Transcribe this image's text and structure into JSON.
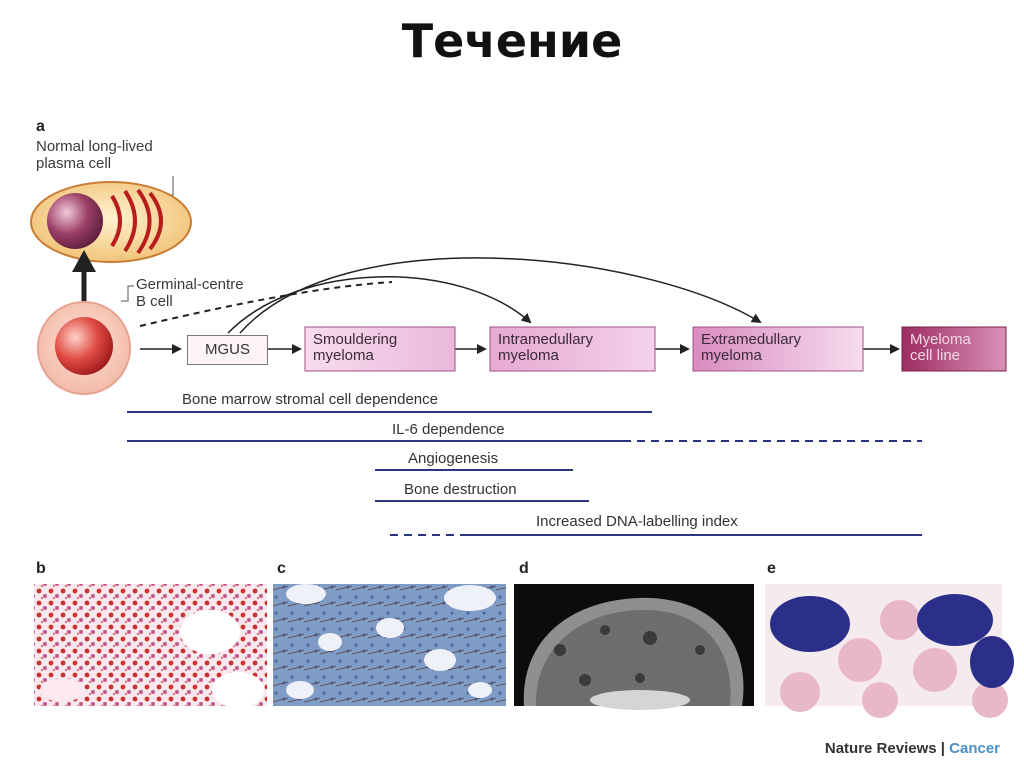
{
  "title": "Течение",
  "panel_a": {
    "letter": "a",
    "plasma_cell_label": [
      "Normal long-lived",
      "plasma cell"
    ],
    "b_cell_label": [
      "Germinal-centre",
      "B cell"
    ],
    "stages": [
      {
        "line1": "MGUS",
        "line2": ""
      },
      {
        "line1": "Smouldering",
        "line2": "myeloma"
      },
      {
        "line1": "Intramedullary",
        "line2": "myeloma"
      },
      {
        "line1": "Extramedullary",
        "line2": "myeloma"
      },
      {
        "line1": "Myeloma",
        "line2": "cell line"
      }
    ],
    "bars": [
      "Bone marrow stromal cell dependence",
      "IL-6 dependence",
      "Angiogenesis",
      "Bone destruction",
      "Increased DNA-labelling index"
    ]
  },
  "panels": [
    "b",
    "c",
    "d",
    "e"
  ],
  "footer": {
    "journal": "Nature Reviews",
    "separator": "|",
    "section": "Cancer"
  },
  "colors": {
    "line_blue": "#2a3580",
    "stage_light": "#f0c8e2",
    "stage_mid": "#e2a6cc",
    "stage_dark": "#b3477a",
    "cell_red": "#d0302a",
    "plasma_ring": "#b81c1c"
  }
}
